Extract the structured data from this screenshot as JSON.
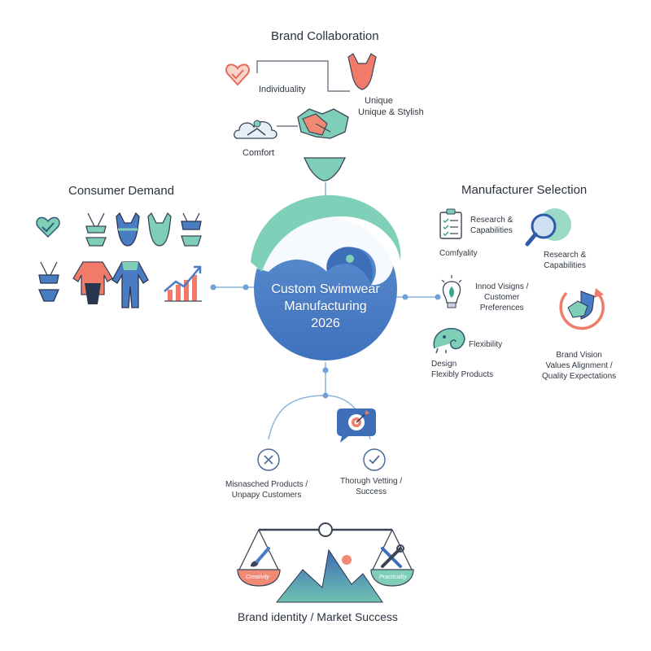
{
  "center": {
    "line1": "Custom Swimwear",
    "line2": "Manufacturing",
    "line3": "2026"
  },
  "brand_collaboration": {
    "title": "Brand Collaboration",
    "individuality": "Individuality",
    "unique": "Unique",
    "unique_stylish": "Unique & Stylish",
    "comfort": "Comfort"
  },
  "consumer_demand": {
    "title": "Consumer Demand"
  },
  "manufacturer_selection": {
    "title": "Manufacturer Selection",
    "research_left": [
      "Research &",
      "Capabilities"
    ],
    "comfyality": "Comfyality",
    "research_right": [
      "Research &",
      "Capabilities"
    ],
    "innovation": [
      "Innod Visigns /",
      "Customer",
      "Preferences"
    ],
    "flexibility": "Flexibility",
    "design": [
      "Design",
      "Flexibly Products"
    ],
    "brand_vision": [
      "Brand Vision",
      "Values Alignment /",
      "Quality Expectations"
    ]
  },
  "outcomes": {
    "mismatched": [
      "Misnasched Products /",
      "Unpapy Customers"
    ],
    "vetting": [
      "Thorugh Vetting /",
      "Success"
    ]
  },
  "balance": {
    "left_label": "Creativity",
    "right_label": "Practicality",
    "caption": "Brand identity / Market Success"
  },
  "colors": {
    "blue": "#4a7cc4",
    "dark_blue": "#2f5ca8",
    "teal": "#7fcfb8",
    "coral": "#ee7d6a",
    "line": "#7fa8d4"
  }
}
